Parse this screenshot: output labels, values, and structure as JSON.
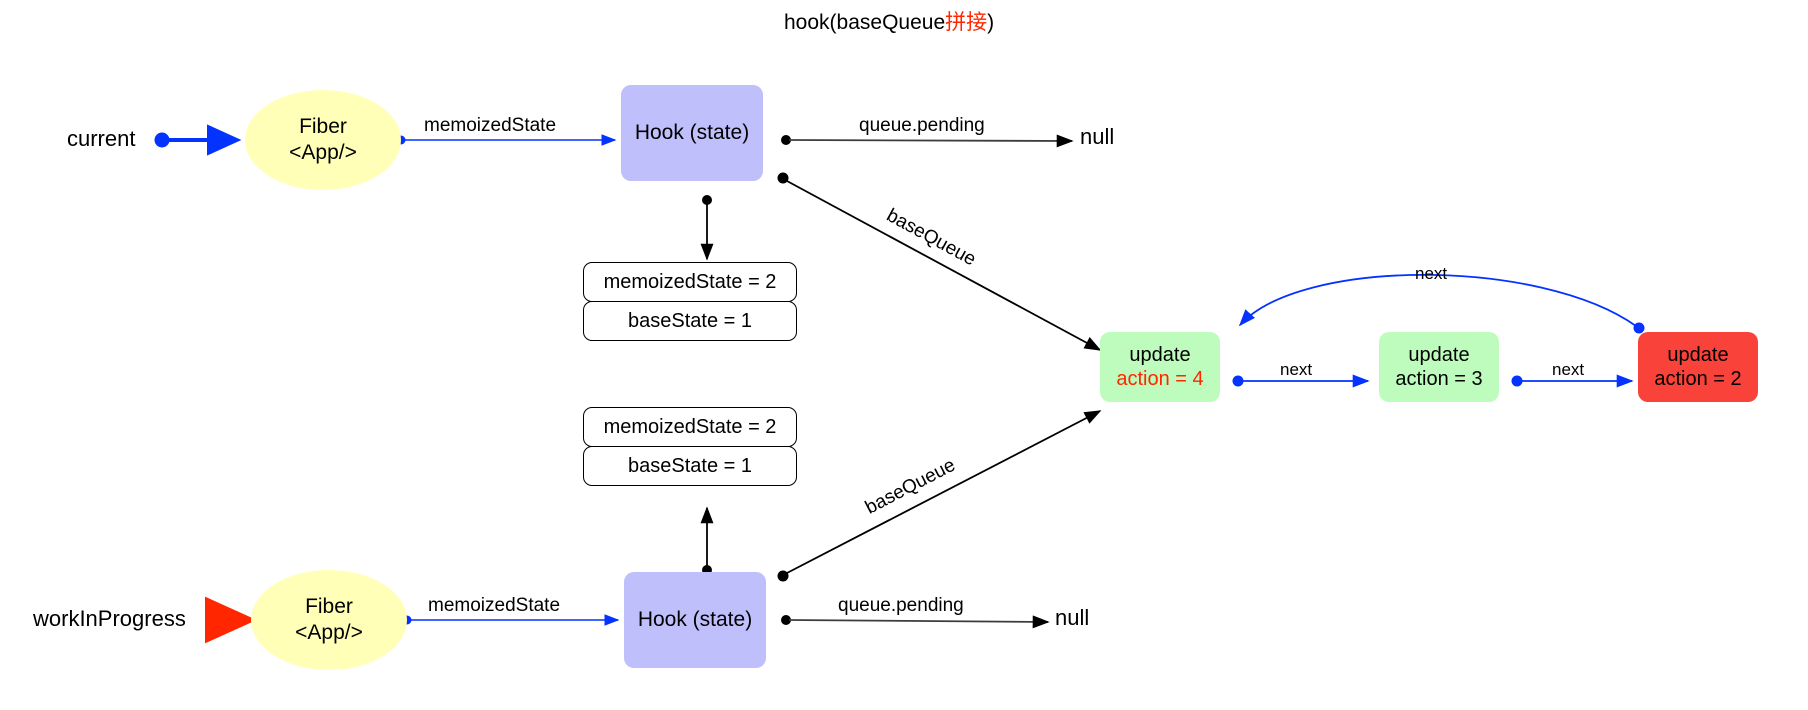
{
  "diagram": {
    "title_prefix": "hook(baseQueue",
    "title_cn": "拼接",
    "title_suffix": ")",
    "colors": {
      "fiber_fill": "#ffffb8",
      "hook_fill": "#bfbffc",
      "update_green": "#befcbe",
      "update_red": "#f9423a",
      "accent_blue": "#0432ff",
      "accent_red": "#ff2600",
      "edge_black": "#000000",
      "background": "#ffffff"
    }
  },
  "endpoints": {
    "current": "current",
    "work_in_progress": "workInProgress",
    "null_top": "null",
    "null_bottom": "null"
  },
  "fibers": {
    "top": {
      "line1": "Fiber",
      "line2": "<App/>"
    },
    "bottom": {
      "line1": "Fiber",
      "line2": "<App/>"
    }
  },
  "hooks": {
    "top": {
      "label": "Hook (state)"
    },
    "bottom": {
      "label": "Hook (state)"
    }
  },
  "state_tables": {
    "top": {
      "rows": [
        "memoizedState = 2",
        "baseState = 1"
      ]
    },
    "bottom": {
      "rows": [
        "memoizedState = 2",
        "baseState = 1"
      ]
    }
  },
  "updates": [
    {
      "title": "update",
      "action": "action = 4",
      "color": "green",
      "action_red": true
    },
    {
      "title": "update",
      "action": "action = 3",
      "color": "green",
      "action_red": false
    },
    {
      "title": "update",
      "action": "action = 2",
      "color": "red",
      "action_red": false
    }
  ],
  "edge_labels": {
    "memoized_top": "memoizedState",
    "memoized_bottom": "memoizedState",
    "queue_pending_top": "queue.pending",
    "queue_pending_bottom": "queue.pending",
    "base_queue_top": "baseQueue",
    "base_queue_bottom": "baseQueue",
    "next_curved": "next",
    "next_1": "next",
    "next_2": "next"
  }
}
